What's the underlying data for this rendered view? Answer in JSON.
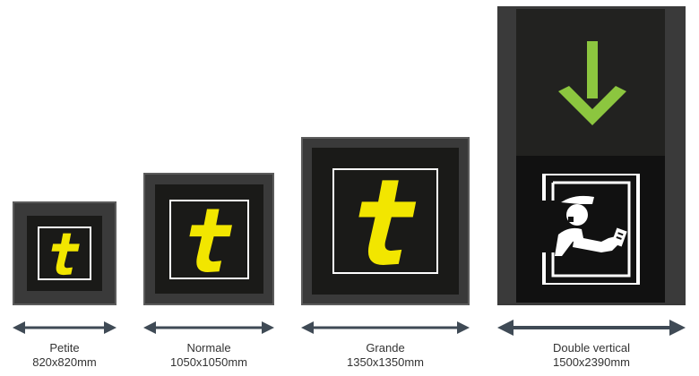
{
  "colors": {
    "sign_border": "#3a3a3a",
    "panel": "#1a1a18",
    "logo_yellow": "#f2e600",
    "arrow_green": "#8cc63f",
    "dimension_arrow": "#3f4a55"
  },
  "signs": [
    {
      "name": "Petite",
      "dimensions": "820x820mm",
      "icon": "taxi-t-logo-icon"
    },
    {
      "name": "Normale",
      "dimensions": "1050x1050mm",
      "icon": "taxi-t-logo-icon"
    },
    {
      "name": "Grande",
      "dimensions": "1350x1350mm",
      "icon": "taxi-t-logo-icon"
    },
    {
      "name": "Double vertical",
      "dimensions": "1500x2390mm",
      "icon": "down-arrow-icon",
      "icon2": "taxi-driver-icon"
    }
  ]
}
